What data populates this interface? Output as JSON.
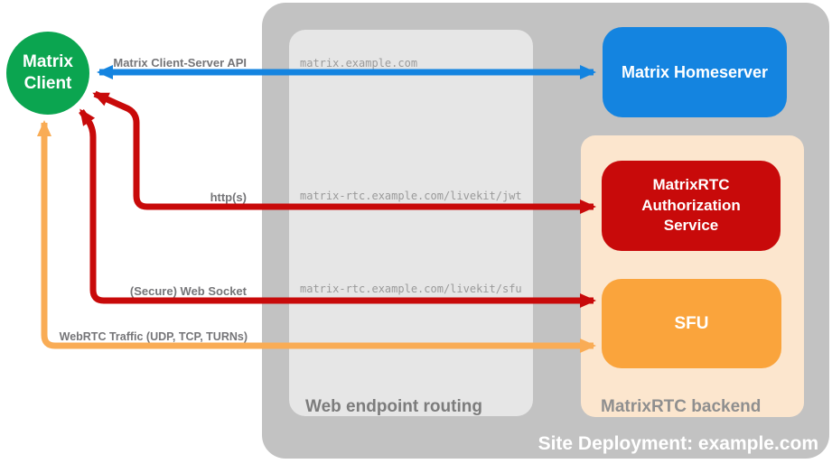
{
  "containers": {
    "site_deployment": {
      "label": "Site Deployment: example.com",
      "color": "#C2C2C2"
    },
    "web_endpoint_routing": {
      "label": "Web endpoint routing",
      "color": "#E6E6E6"
    },
    "matrixrtc_backend": {
      "label": "MatrixRTC backend",
      "color": "#FCE6CE"
    }
  },
  "nodes": {
    "client": {
      "label": "Matrix Client",
      "color": "#0BA550"
    },
    "homeserver": {
      "label": "Matrix Homeserver",
      "color": "#1484E0"
    },
    "auth_service": {
      "label": "MatrixRTC Authorization Service",
      "color": "#C80A0A"
    },
    "sfu": {
      "label": "SFU",
      "color": "#FAA43C"
    }
  },
  "endpoints": {
    "homeserver": "matrix.example.com",
    "jwt": "matrix-rtc.example.com/livekit/jwt",
    "sfu": "matrix-rtc.example.com/livekit/sfu"
  },
  "arrows": {
    "client_server_api": {
      "label": "Matrix Client-Server API",
      "color": "#1484E0"
    },
    "https": {
      "label": "http(s)",
      "color": "#C80A0A"
    },
    "web_socket": {
      "label": "(Secure) Web Socket",
      "color": "#C80A0A"
    },
    "webrtc": {
      "label": "WebRTC Traffic (UDP, TCP, TURNs)",
      "color": "#F9AC55"
    }
  }
}
